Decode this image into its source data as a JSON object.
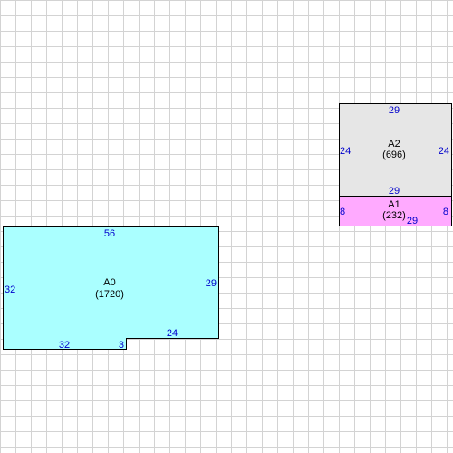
{
  "colors": {
    "grid_line": "#d3d3d3",
    "background": "#ffffff",
    "outline": "#000000",
    "dimension_text": "#0000cc",
    "area_text": "#000000",
    "shape_a0_fill": "#aaffff",
    "shape_a1_fill": "#ffaaff",
    "shape_a2_fill": "#e6e6e6"
  },
  "shapes": {
    "a0": {
      "name": "A0",
      "area": "(1720)",
      "dims": {
        "top": "56",
        "left": "32",
        "right": "29",
        "bottom_left": "32",
        "notch": "3",
        "bottom_right": "24"
      }
    },
    "a1": {
      "name": "A1",
      "area": "(232)",
      "dims": {
        "left": "8",
        "right": "8",
        "bottom": "29"
      }
    },
    "a2": {
      "name": "A2",
      "area": "(696)",
      "dims": {
        "top": "29",
        "left": "24",
        "right": "24",
        "bottom": "29"
      }
    }
  }
}
